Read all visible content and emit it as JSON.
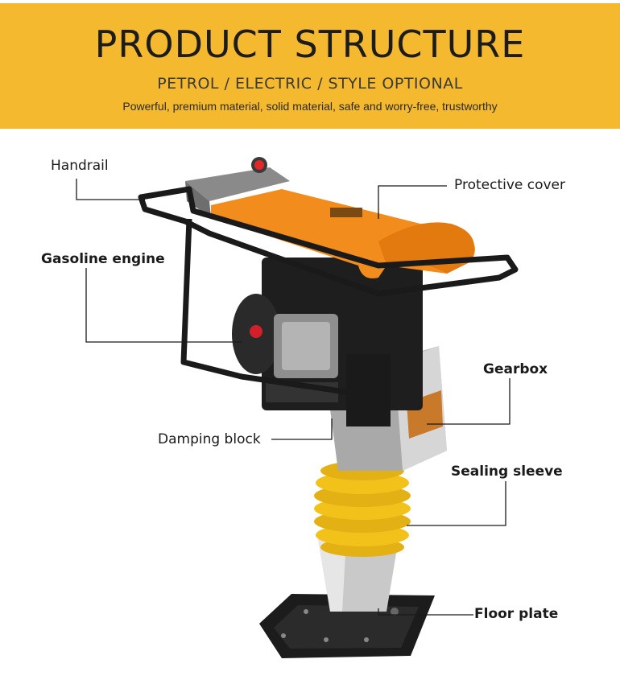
{
  "header": {
    "title": "PRODUCT STRUCTURE",
    "subtitle": "PETROL / ELECTRIC / STYLE OPTIONAL",
    "tagline": "Powerful, premium material, solid material, safe and worry-free, trustworthy"
  },
  "callouts": {
    "handrail": "Handrail",
    "protective_cover": "Protective cover",
    "gasoline_engine": "Gasoline engine",
    "gearbox": "Gearbox",
    "damping_block": "Damping block",
    "sealing_sleeve": "Sealing sleeve",
    "floor_plate": "Floor plate"
  },
  "colors": {
    "banner": "#f5b930",
    "cover_orange": "#f28c1c",
    "bellows_yellow": "#f2c21b",
    "frame_black": "#1a1a1a"
  }
}
